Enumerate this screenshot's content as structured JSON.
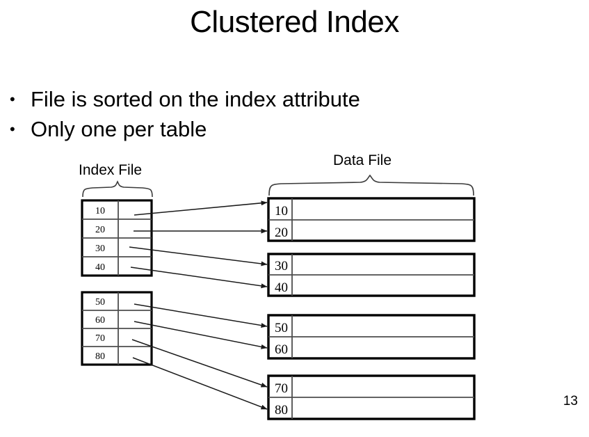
{
  "slide": {
    "title": "Clustered Index",
    "page_number": "13",
    "bullet_marker": "•",
    "bullets": [
      "File is sorted on the index attribute",
      "Only one per table"
    ]
  },
  "diagram": {
    "index_file": {
      "caption": "Index File",
      "brace": "curly-brace-down",
      "blocks": [
        {
          "entries": [
            "10",
            "20",
            "30",
            "40"
          ]
        },
        {
          "entries": [
            "50",
            "60",
            "70",
            "80"
          ]
        }
      ]
    },
    "data_file": {
      "caption": "Data File",
      "brace": "curly-brace-down",
      "blocks": [
        {
          "rows": [
            "10",
            "20"
          ]
        },
        {
          "rows": [
            "30",
            "40"
          ]
        },
        {
          "rows": [
            "50",
            "60"
          ]
        },
        {
          "rows": [
            "70",
            "80"
          ]
        }
      ]
    },
    "pointers": [
      {
        "from": "10",
        "to": "10"
      },
      {
        "from": "20",
        "to": "20"
      },
      {
        "from": "30",
        "to": "30"
      },
      {
        "from": "40",
        "to": "40"
      },
      {
        "from": "50",
        "to": "50"
      },
      {
        "from": "60",
        "to": "60"
      },
      {
        "from": "70",
        "to": "70"
      },
      {
        "from": "80",
        "to": "80"
      }
    ]
  },
  "colors": {
    "background": "#ffffff",
    "ink": "#000000",
    "rule": "#555555",
    "arrow": "#1a1a1a"
  }
}
